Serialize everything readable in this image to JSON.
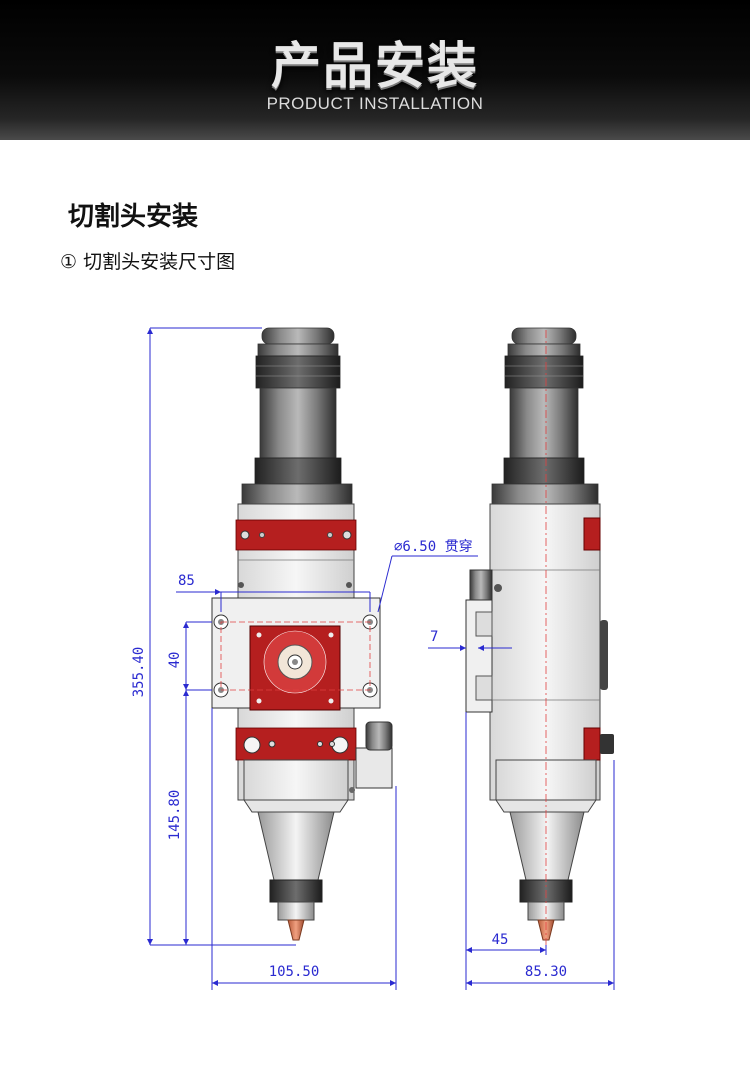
{
  "header": {
    "title": "产品安装",
    "subtitle": "PRODUCT INSTALLATION"
  },
  "section": {
    "title": "切割头安装",
    "subtitle": "① 切割头安装尺寸图"
  },
  "drawing": {
    "hole_label": "∅6.50 贯穿",
    "dim_total_height": "355.40",
    "dim_lower_height": "145.80",
    "dim_hole_spacing": "40",
    "dim_hole_width": "85",
    "dim_front_width": "105.50",
    "dim_side_offset": "7",
    "dim_side_nozzle": "45",
    "dim_side_width": "85.30"
  },
  "colors": {
    "dimension_line": "#2a2ad0",
    "center_line": "#e04040",
    "red_plate": "#b51f1f",
    "body_gray": "#e9e9e9",
    "nozzle_copper": "#d88060"
  }
}
